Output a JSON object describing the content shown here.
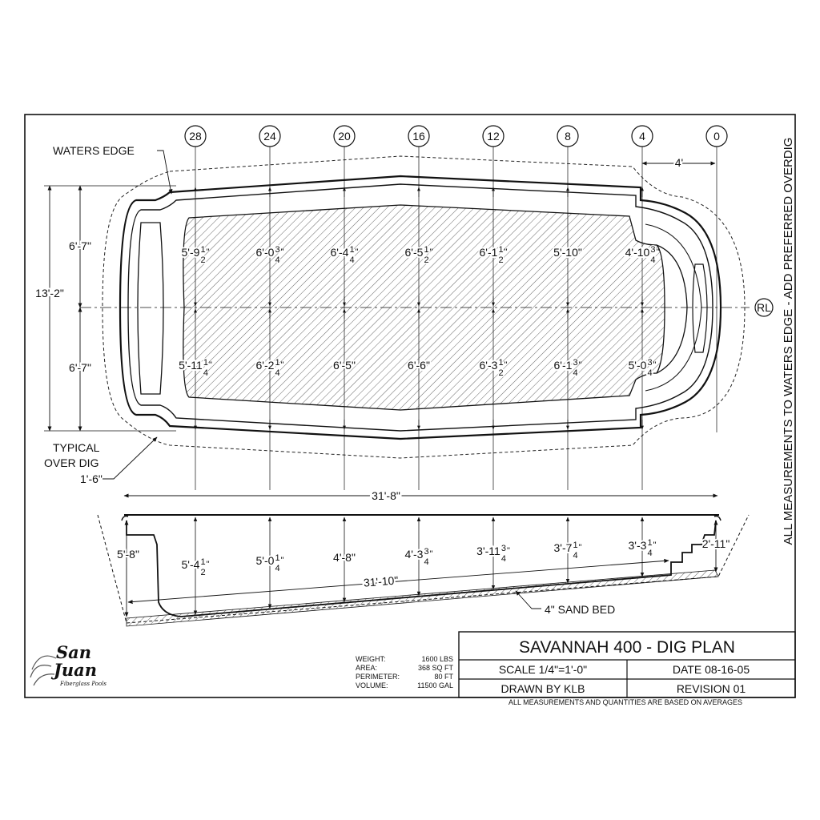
{
  "stations": [
    "28",
    "24",
    "20",
    "16",
    "12",
    "8",
    "4",
    "0"
  ],
  "top_dim": "4'",
  "centerline": "RL",
  "labels": {
    "waters_edge": "WATERS EDGE",
    "over_dig_1": "TYPICAL",
    "over_dig_2": "OVER DIG",
    "over_dig_3": "1'-6\"",
    "sand_bed": "4\" SAND BED",
    "side_note": "ALL MEASUREMENTS TO WATERS EDGE - ADD PREFERRED OVERDIG"
  },
  "plan": {
    "width_total": "13'-2\"",
    "half_upper": "6'-7\"",
    "half_lower": "6'-7\"",
    "overall_length": "31'-8\"",
    "upper_widths": [
      {
        "whole": "5'-9",
        "num": "1",
        "den": "2",
        "tail": "\""
      },
      {
        "whole": "6'-0",
        "num": "3",
        "den": "4",
        "tail": "\""
      },
      {
        "whole": "6'-4",
        "num": "1",
        "den": "4",
        "tail": "\""
      },
      {
        "whole": "6'-5",
        "num": "1",
        "den": "2",
        "tail": "\""
      },
      {
        "whole": "6'-1",
        "num": "1",
        "den": "2",
        "tail": "\""
      },
      {
        "whole": "5'-10\"",
        "num": "",
        "den": "",
        "tail": ""
      },
      {
        "whole": "4'-10",
        "num": "3",
        "den": "4",
        "tail": "\""
      }
    ],
    "lower_widths": [
      {
        "whole": "5'-11",
        "num": "1",
        "den": "4",
        "tail": "\""
      },
      {
        "whole": "6'-2",
        "num": "1",
        "den": "4",
        "tail": "\""
      },
      {
        "whole": "6'-5\"",
        "num": "",
        "den": "",
        "tail": ""
      },
      {
        "whole": "6'-6\"",
        "num": "",
        "den": "",
        "tail": ""
      },
      {
        "whole": "6'-3",
        "num": "1",
        "den": "2",
        "tail": "\""
      },
      {
        "whole": "6'-1",
        "num": "3",
        "den": "4",
        "tail": "\""
      },
      {
        "whole": "5'-0",
        "num": "3",
        "den": "4",
        "tail": "\""
      }
    ]
  },
  "section": {
    "deep_end": "5'-8\"",
    "shallow_end": "2'-11\"",
    "floor_length": "31'-10\"",
    "depths": [
      {
        "whole": "5'-4",
        "num": "1",
        "den": "2",
        "tail": "\""
      },
      {
        "whole": "5'-0",
        "num": "1",
        "den": "4",
        "tail": "\""
      },
      {
        "whole": "4'-8\"",
        "num": "",
        "den": "",
        "tail": ""
      },
      {
        "whole": "4'-3",
        "num": "3",
        "den": "4",
        "tail": "\""
      },
      {
        "whole": "3'-11",
        "num": "3",
        "den": "4",
        "tail": "\""
      },
      {
        "whole": "3'-7",
        "num": "1",
        "den": "4",
        "tail": "\""
      },
      {
        "whole": "3'-3",
        "num": "1",
        "den": "4",
        "tail": "\""
      }
    ]
  },
  "logo": {
    "line1": "San",
    "line2": "Juan",
    "tagline": "Fiberglass Pools"
  },
  "specs": [
    {
      "label": "WEIGHT:",
      "value": "1600 LBS"
    },
    {
      "label": "AREA:",
      "value": "368 SQ FT"
    },
    {
      "label": "PERIMETER:",
      "value": "80 FT"
    },
    {
      "label": "VOLUME:",
      "value": "11500 GAL"
    }
  ],
  "title_block": {
    "title": "SAVANNAH 400 - DIG PLAN",
    "scale": "SCALE 1/4\"=1'-0\"",
    "date": "DATE 08-16-05",
    "drawn": "DRAWN BY KLB",
    "revision": "REVISION 01",
    "footnote": "ALL MEASUREMENTS AND QUANTITIES ARE BASED ON AVERAGES"
  }
}
